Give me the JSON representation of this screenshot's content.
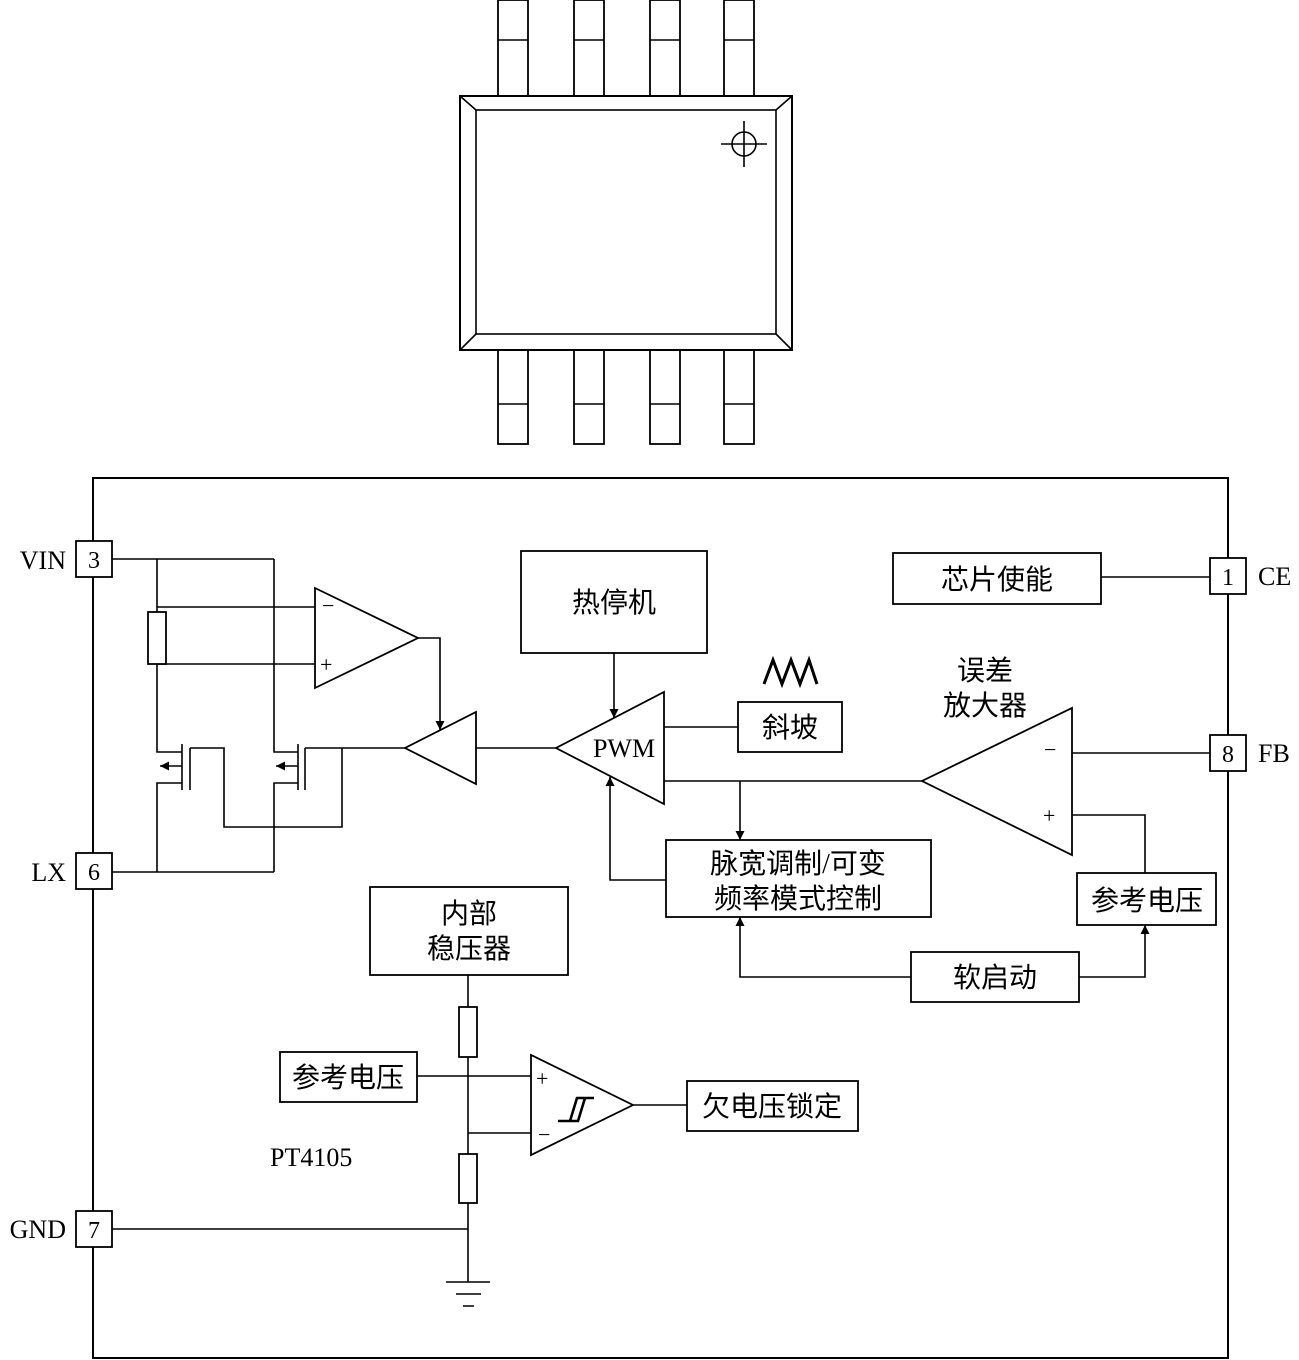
{
  "pins": {
    "vin": {
      "label": "VIN",
      "number": "3"
    },
    "lx": {
      "label": "LX",
      "number": "6"
    },
    "gnd": {
      "label": "GND",
      "number": "7"
    },
    "ce": {
      "label": "CE",
      "number": "1"
    },
    "fb": {
      "label": "FB",
      "number": "8"
    }
  },
  "blocks": {
    "thermal_shutdown": "热停机",
    "chip_enable": "芯片使能",
    "ramp": "斜坡",
    "pwm": "PWM",
    "error_amp": {
      "line1": "误差",
      "line2": "放大器"
    },
    "pwm_control": {
      "line1": "脉宽调制/可变",
      "line2": "频率模式控制"
    },
    "reference_voltage": "参考电压",
    "soft_start": "软启动",
    "internal_regulator": {
      "line1": "内部",
      "line2": "稳压器"
    },
    "uvlo_reference": "参考电压",
    "uvlo": "欠电压锁定"
  },
  "signs": {
    "plus": "+",
    "minus": "−"
  },
  "chip_name": "PT4105",
  "colors": {
    "line": "#000000",
    "background": "#ffffff"
  }
}
